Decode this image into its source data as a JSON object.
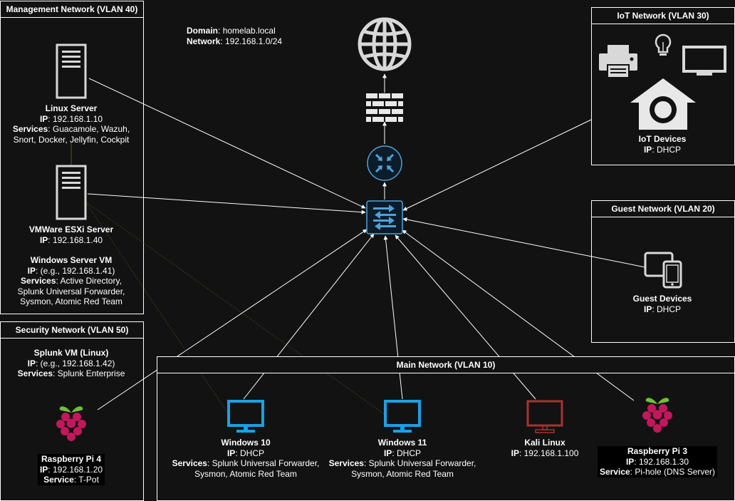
{
  "header": {
    "domain_label": "Domain",
    "domain_value": "homelab.local",
    "network_label": "Network",
    "network_value": "192.168.1.0/24"
  },
  "groups": {
    "management": "Management Network (VLAN 40)",
    "iot": "IoT Network (VLAN 30)",
    "guest": "Guest Network (VLAN 20)",
    "security": "Security Network (VLAN 50)",
    "main": "Main Network (VLAN 10)"
  },
  "nodes": {
    "linux_server": {
      "name": "Linux Server",
      "ip_label": "IP",
      "ip": "192.168.1.10",
      "services_label": "Services",
      "services_1": "Guacamole, Wazuh,",
      "services_2": "Snort, Docker, Jellyfin, Cockpit"
    },
    "esxi": {
      "name": "VMWare ESXi Server",
      "ip_label": "IP",
      "ip": "192.168.1.40"
    },
    "windows_server_vm": {
      "name": "Windows Server VM",
      "ip_label": "IP",
      "ip": "(e.g., 192.168.1.41)",
      "services_label": "Services",
      "services_1": "Active Directory,",
      "services_2": "Splunk Universal Forwarder,",
      "services_3": "Sysmon, Atomic Red Team"
    },
    "iot_devices": {
      "name": "IoT Devices",
      "ip_label": "IP",
      "ip": "DHCP"
    },
    "guest_devices": {
      "name": "Guest Devices",
      "ip_label": "IP",
      "ip": "DHCP"
    },
    "splunk_vm": {
      "name": "Splunk VM (Linux)",
      "ip_label": "IP",
      "ip": "(e.g., 192.168.1.42)",
      "services_label": "Services",
      "services_1": "Splunk Enterprise"
    },
    "rpi4": {
      "name": "Raspberry Pi 4",
      "ip_label": "IP",
      "ip": "192.168.1.20",
      "service_label": "Service",
      "service": "T-Pot"
    },
    "win10": {
      "name": "Windows 10",
      "ip_label": "IP",
      "ip": "DHCP",
      "services_label": "Services",
      "services_1": "Splunk Universal Forwarder,",
      "services_2": "Sysmon, Atomic Red Team"
    },
    "win11": {
      "name": "Windows 11",
      "ip_label": "IP",
      "ip": "DHCP",
      "services_label": "Services",
      "services_1": "Splunk Universal Forwarder,",
      "services_2": "Sysmon, Atomic Red Team"
    },
    "kali": {
      "name": "Kali Linux",
      "ip_label": "IP",
      "ip": "192.168.1.100"
    },
    "rpi3": {
      "name": "Raspberry Pi 3",
      "ip_label": "IP",
      "ip": "192.168.1.30",
      "service_label": "Service",
      "service": "Pi-hole (DNS Server)"
    }
  },
  "colors": {
    "background": "#121212",
    "line": "#ffffff",
    "switch_accent": "#4fa3d9",
    "windows_blue": "#1ba1e2",
    "kali_red": "#a83232",
    "raspberry": "#c2185b"
  },
  "icons": [
    "globe-icon",
    "firewall-icon",
    "router-icon",
    "switch-icon",
    "server-icon",
    "printer-icon",
    "lightbulb-icon",
    "monitor-icon",
    "smart-home-icon",
    "devices-icon",
    "raspberry-pi-icon"
  ]
}
